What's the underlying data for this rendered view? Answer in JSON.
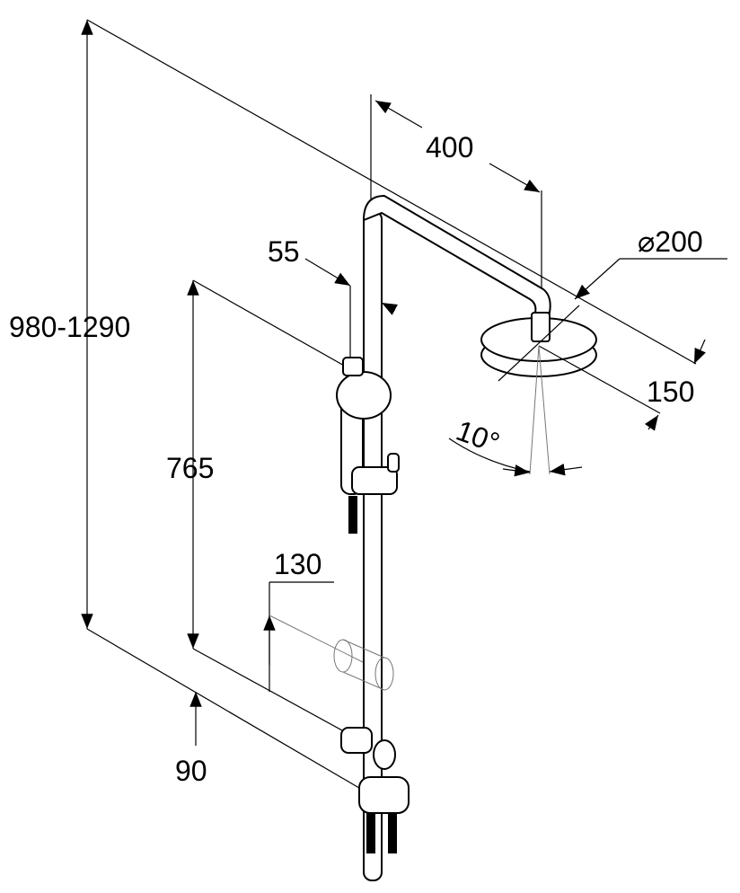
{
  "title": "Shower system dimension drawing",
  "dimensions": {
    "total_height": "980-1290",
    "arm_projection": "400",
    "head_diameter": "⌀200",
    "rail_offset": "55",
    "rail_length": "765",
    "head_height": "150",
    "spray_angle": "10°",
    "holder_spacing": "130",
    "bottom_offset": "90"
  }
}
